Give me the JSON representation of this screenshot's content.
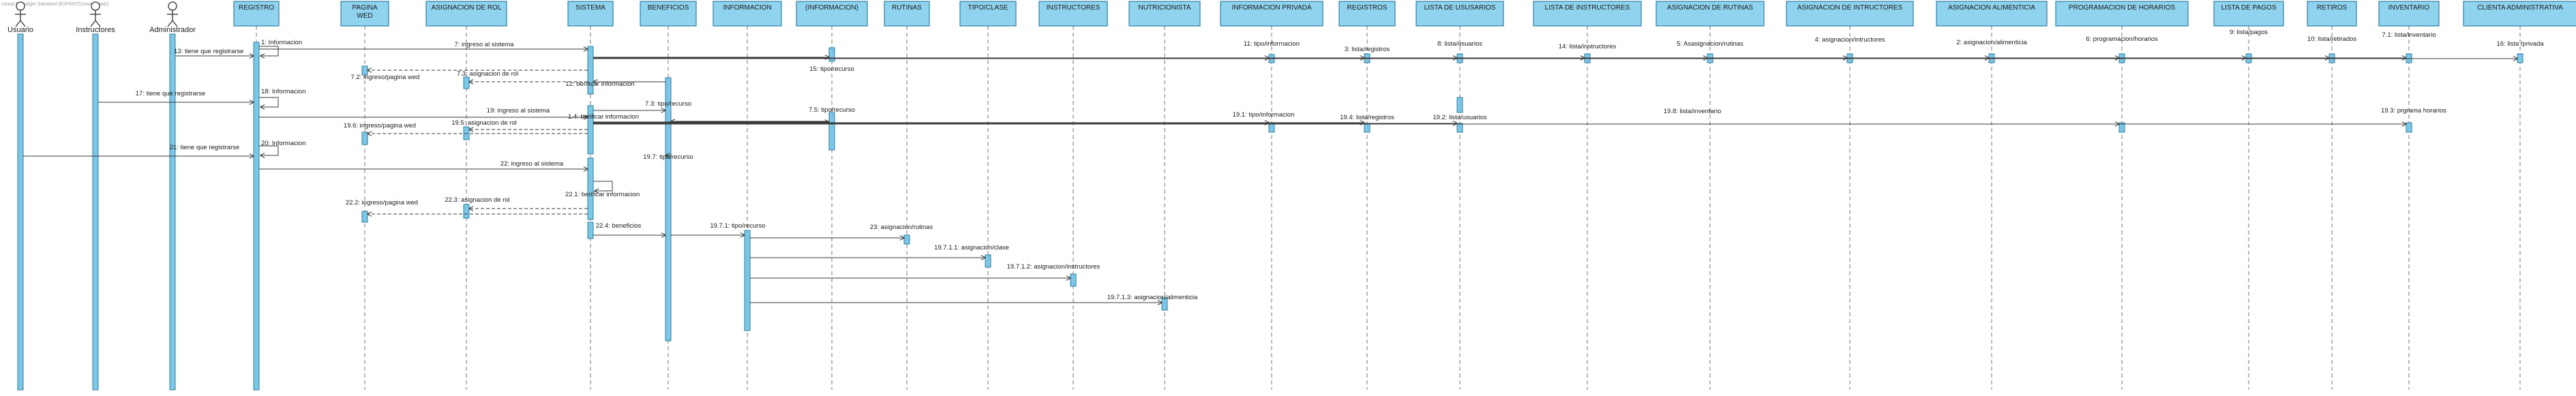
{
  "colors": {
    "box_fill": "#8fd3ee",
    "box_stroke": "#2d7fa3",
    "activation_fill": "#7cc6e6",
    "line": "#3a3a3a",
    "text": "#1a1a1a"
  },
  "watermark": "Visual Paradigm Standard (EXPERT(Universidad))",
  "actors": [
    {
      "id": "usuario",
      "label": "Usuario"
    },
    {
      "id": "instructores",
      "label": "Instructores"
    },
    {
      "id": "administrador",
      "label": "Administrador"
    }
  ],
  "lifelines": [
    {
      "id": "registro",
      "label": "REGISTRO"
    },
    {
      "id": "pagina_wed",
      "label": "PAGINA WED"
    },
    {
      "id": "asig_rol",
      "label": "ASIGNACION DE ROL"
    },
    {
      "id": "sistema",
      "label": "SISTEMA"
    },
    {
      "id": "beneficios",
      "label": "BENEFICIOS"
    },
    {
      "id": "informacion",
      "label": "INFORMACION"
    },
    {
      "id": "informacion2",
      "label": "(INFORMACION)"
    },
    {
      "id": "rutinas",
      "label": "RUTINAS"
    },
    {
      "id": "tipo_clase",
      "label": "TIPO/CLASE"
    },
    {
      "id": "instructores_l",
      "label": "INSTRUCTORES"
    },
    {
      "id": "nutricionista",
      "label": "NUTRICIONISTA"
    },
    {
      "id": "info_privada",
      "label": "INFORMACION PRIVADA"
    },
    {
      "id": "registros",
      "label": "REGISTROS"
    },
    {
      "id": "lista_usuarios",
      "label": "LISTA DE USUSARIOS"
    },
    {
      "id": "lista_instructores",
      "label": "LISTA DE INSTRUCTORES"
    },
    {
      "id": "asig_rutinas",
      "label": "ASIGNACION DE RUTINAS"
    },
    {
      "id": "asig_intructores",
      "label": "ASIGNACION DE INTRUCTORES"
    },
    {
      "id": "asig_alimenticia",
      "label": "ASIGNACION ALIMENTICIA"
    },
    {
      "id": "prog_horarios",
      "label": "PROGRAMACION DE HORARIOS"
    },
    {
      "id": "lista_pagos",
      "label": "LISTA DE PAGOS"
    },
    {
      "id": "retiros",
      "label": "RETIROS"
    },
    {
      "id": "inventario",
      "label": "INVENTARIO"
    },
    {
      "id": "cliente_admin",
      "label": "CLIENTA ADMINISTRATIVA"
    }
  ],
  "messages": [
    {
      "id": "m1",
      "label": "1: Informacion"
    },
    {
      "id": "m13",
      "label": "13: tiene que registrarse"
    },
    {
      "id": "m7",
      "label": "7: ingreso al sistema"
    },
    {
      "id": "m72",
      "label": "7.2: ingreso/pagina wed"
    },
    {
      "id": "m73",
      "label": "7.3: asignacion de rol"
    },
    {
      "id": "m12",
      "label": "12: berificar informacion"
    },
    {
      "id": "m15",
      "label": "15: tipo/recurso"
    },
    {
      "id": "m11",
      "label": "11: tipo/informacion"
    },
    {
      "id": "m3",
      "label": "3: lista/registros"
    },
    {
      "id": "m8",
      "label": "8: lista/usuarios"
    },
    {
      "id": "m14",
      "label": "14: lista/instructores"
    },
    {
      "id": "m5",
      "label": "5: Asasignacion/rutinas"
    },
    {
      "id": "m4",
      "label": "4: asignacion/intructores"
    },
    {
      "id": "m2",
      "label": "2: asignacion/alimenticia"
    },
    {
      "id": "m6",
      "label": "6: programacion/horarios"
    },
    {
      "id": "m9",
      "label": "9: lista/pagos"
    },
    {
      "id": "m10",
      "label": "10: lista/retirados"
    },
    {
      "id": "m71",
      "label": "7.1: lista/inventario"
    },
    {
      "id": "m16",
      "label": "16: lista /privada"
    },
    {
      "id": "m17",
      "label": "17: tiene que registrarse"
    },
    {
      "id": "m18",
      "label": "18: Informacion"
    },
    {
      "id": "m73b",
      "label": "7.3: tipo/recurso"
    },
    {
      "id": "m19",
      "label": "19: ingreso al sistema"
    },
    {
      "id": "m14b",
      "label": "1.4: berificar informacion"
    },
    {
      "id": "m75",
      "label": "7.5: tipo/recurso"
    },
    {
      "id": "m196",
      "label": "19.6: ingreso/pagina wed"
    },
    {
      "id": "m195",
      "label": "19.5: asignacion de rol"
    },
    {
      "id": "m191",
      "label": "19.1: tipo/informacion"
    },
    {
      "id": "m194",
      "label": "19.4: lista/registros"
    },
    {
      "id": "m192",
      "label": "19.2: lista/usuarios"
    },
    {
      "id": "m198",
      "label": "19.8: lista/inventario"
    },
    {
      "id": "m193",
      "label": "19.3: prgrama horarios"
    },
    {
      "id": "m21",
      "label": "21: tiene que registrarse"
    },
    {
      "id": "m20",
      "label": "20: Informacion"
    },
    {
      "id": "m197",
      "label": "19.7: tipo/recurso"
    },
    {
      "id": "m22",
      "label": "22: ingreso al sistema"
    },
    {
      "id": "m221",
      "label": "22.1: berificar informacion"
    },
    {
      "id": "m222",
      "label": "22.2: ingreso/pagina wed"
    },
    {
      "id": "m223",
      "label": "22.3: asignacion de rol"
    },
    {
      "id": "m224",
      "label": "22.4: beneficios"
    },
    {
      "id": "m1971",
      "label": "19.7.1: tipo/recurso"
    },
    {
      "id": "m23",
      "label": "23: asignacion/rutinas"
    },
    {
      "id": "m19711",
      "label": "19.7.1.1: asignacion/clase"
    },
    {
      "id": "m19712",
      "label": "19.7.1.2: asignacion/instructores"
    },
    {
      "id": "m19713",
      "label": "19.7.1.3: asignacion/alimenticia"
    }
  ]
}
